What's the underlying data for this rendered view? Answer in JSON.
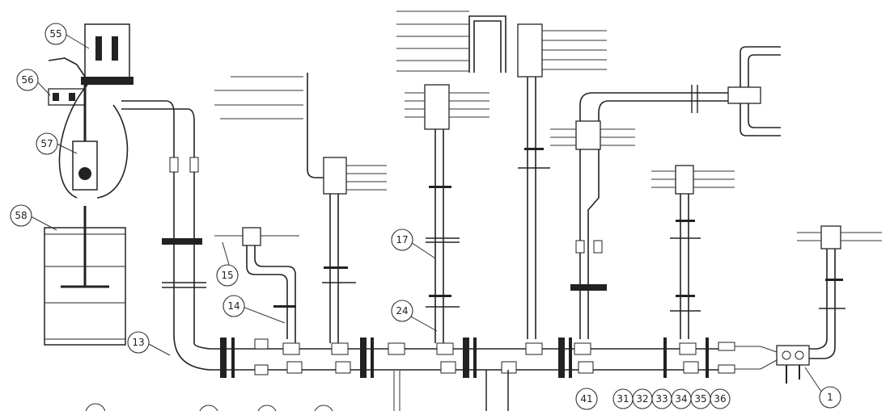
{
  "callouts": [
    {
      "id": "c55",
      "label": "55"
    },
    {
      "id": "c56",
      "label": "56"
    },
    {
      "id": "c57",
      "label": "57"
    },
    {
      "id": "c58",
      "label": "58"
    },
    {
      "id": "c13",
      "label": "13"
    },
    {
      "id": "c14",
      "label": "14"
    },
    {
      "id": "c15",
      "label": "15"
    },
    {
      "id": "c17",
      "label": "17"
    },
    {
      "id": "c24",
      "label": "24"
    },
    {
      "id": "c1",
      "label": "1"
    },
    {
      "id": "c41",
      "label": "41"
    },
    {
      "id": "c31",
      "label": "31"
    },
    {
      "id": "c32",
      "label": "32"
    },
    {
      "id": "c33",
      "label": "33"
    },
    {
      "id": "c34",
      "label": "34"
    },
    {
      "id": "c35",
      "label": "35"
    },
    {
      "id": "c36",
      "label": "36"
    }
  ],
  "colors": {
    "line": "#222222",
    "background": "#ffffff"
  }
}
